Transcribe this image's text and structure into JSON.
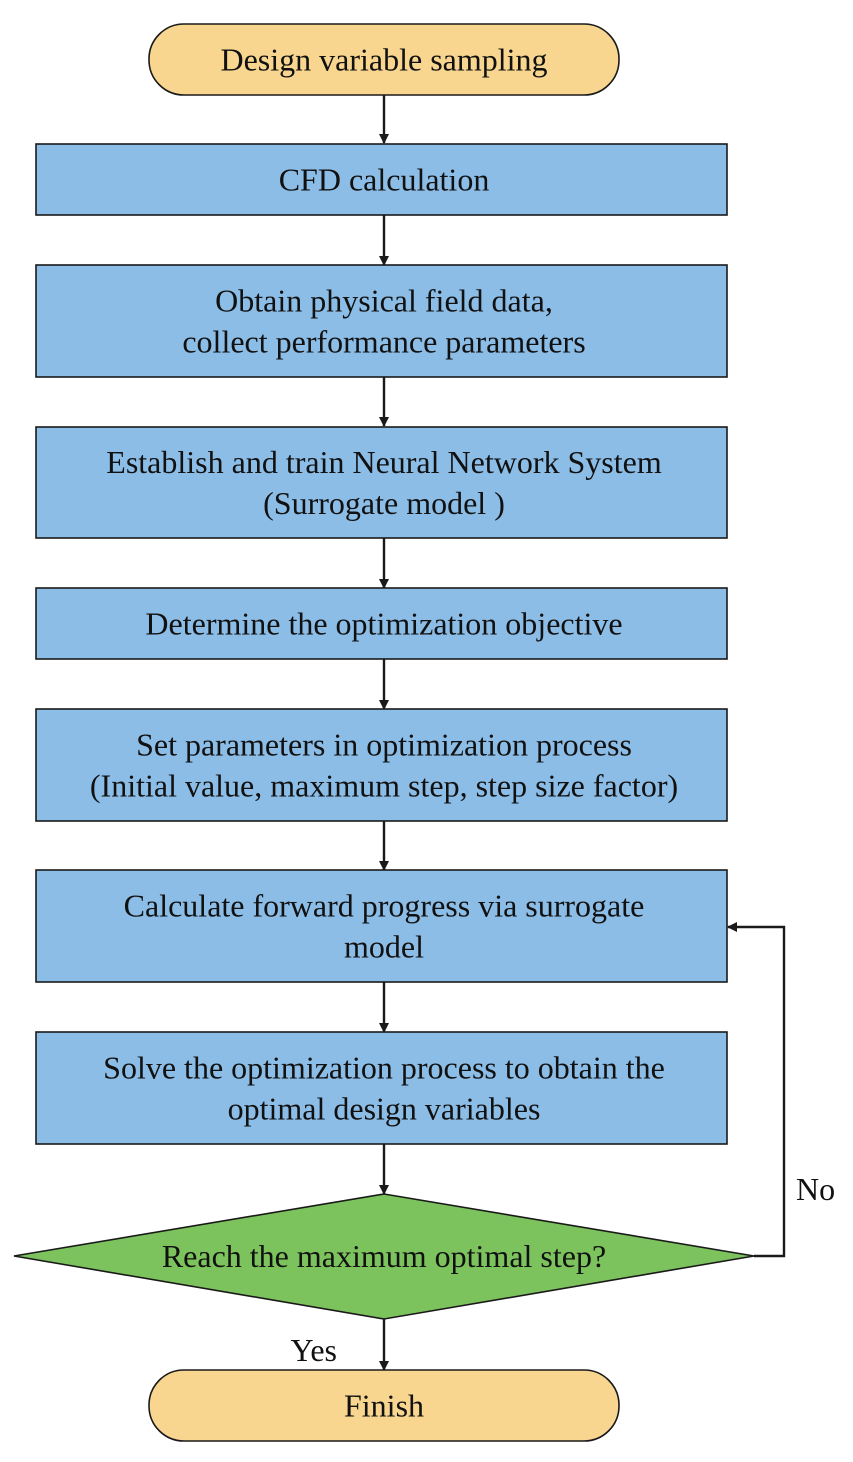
{
  "colors": {
    "terminal_fill": "#f8d68f",
    "process_fill": "#8cbde6",
    "decision_fill": "#7dc35d",
    "line": "#1a1a1a",
    "text": "#111111"
  },
  "nodes": {
    "start": {
      "lines": [
        "Design variable sampling"
      ]
    },
    "cfd": {
      "lines": [
        "CFD calculation"
      ]
    },
    "obtain": {
      "lines": [
        "Obtain physical field data,",
        "collect performance parameters"
      ]
    },
    "establish": {
      "lines": [
        "Establish and train Neural Network System",
        "(Surrogate model )"
      ]
    },
    "objective": {
      "lines": [
        "Determine the optimization objective"
      ]
    },
    "setparams": {
      "lines": [
        "Set parameters in optimization process",
        "(Initial value, maximum step, step size factor)"
      ]
    },
    "forward": {
      "lines": [
        "Calculate forward progress via surrogate",
        "model"
      ]
    },
    "solve": {
      "lines": [
        "Solve the optimization process to obtain the",
        "optimal design variables"
      ]
    },
    "decision": {
      "lines": [
        "Reach the maximum optimal step?"
      ]
    },
    "finish": {
      "lines": [
        "Finish"
      ]
    }
  },
  "edges": {
    "no_label": "No",
    "yes_label": "Yes"
  }
}
